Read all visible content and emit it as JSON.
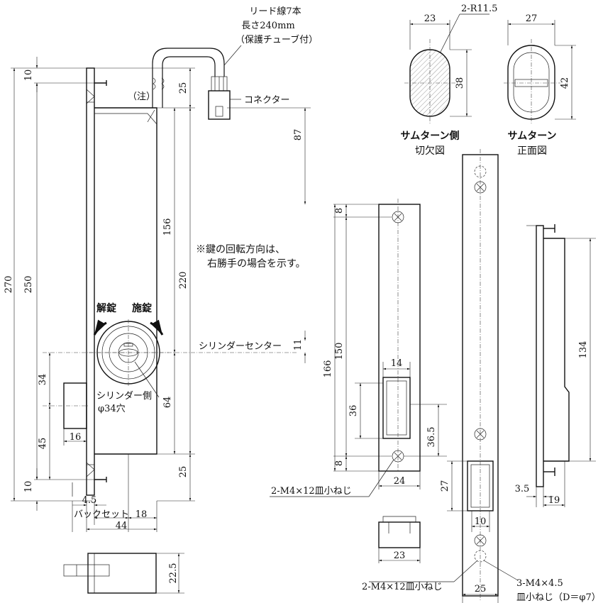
{
  "notes": {
    "lead_wire": [
      "リード線7本",
      "長さ240mm",
      "（保護チューブ付）"
    ],
    "connector": "コネクター",
    "chu": "（注）",
    "rotation_note": [
      "※鍵の回転方向は、",
      "右勝手の場合を示す。"
    ],
    "unlock": "解錠",
    "lock": "施錠",
    "cylinder_center": "シリンダーセンター",
    "cylinder_side": "シリンダー側",
    "cylinder_hole": "φ34穴",
    "backset": "バックセット",
    "screw_2m4_12": "2-M4×12皿小ねじ",
    "screw_3m4_45_a": "3-M4×4.5",
    "screw_3m4_45_b": "皿小ねじ（D＝φ7）",
    "thumb_cut_title": [
      "サムターン側",
      "切欠図"
    ],
    "thumb_front_title": [
      "サムターン",
      "正面図"
    ],
    "r_label": "2-R11.5"
  },
  "dims": {
    "d270": "270",
    "d250": "250",
    "d10a": "10",
    "d10b": "10",
    "d25a": "25",
    "d87": "87",
    "d156": "156",
    "d220": "220",
    "d11": "11",
    "d64": "64",
    "d25b": "25",
    "d34": "34",
    "d45": "45",
    "d16": "16",
    "d4_5": "4.5",
    "d18": "18",
    "d44": "44",
    "d22_5": "22.5",
    "d8a": "8",
    "d166": "166",
    "d150": "150",
    "d14": "14",
    "d36": "36",
    "d36_5": "36.5",
    "d8b": "8",
    "d24": "24",
    "d23": "23",
    "d27": "27",
    "d10c": "10",
    "d25c": "25",
    "d134": "134",
    "d3_5": "3.5",
    "d19": "19",
    "d23top": "23",
    "d38": "38",
    "d27top": "27",
    "d42": "42"
  }
}
